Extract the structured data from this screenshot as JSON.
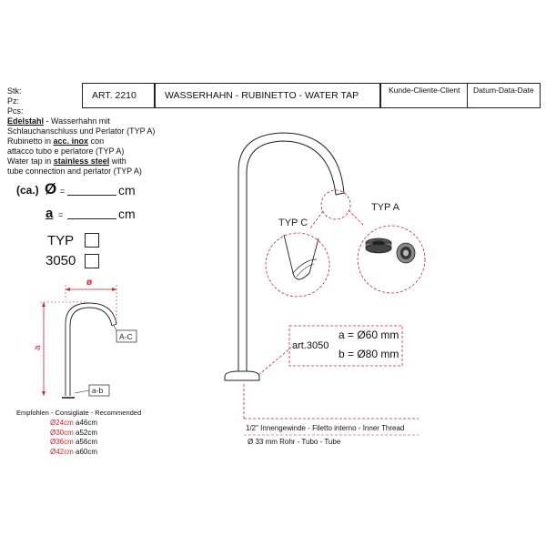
{
  "header": {
    "labels": [
      "Stk:",
      "Pz:",
      "Pcs:"
    ],
    "article": "ART. 2210",
    "title": "WASSERHAHN - RUBINETTO - WATER TAP",
    "client": "Kunde-Cliente-Client",
    "date": "Datum-Data-Date"
  },
  "description": {
    "de_bold": "Edelstahl",
    "de_rest": " - Wasserhahn mit",
    "de_line2": "Schlauchanschluss und Perlator (TYP A)",
    "it_start": "Rubinetto in ",
    "it_bold": "acc. inox",
    "it_end": " con",
    "it_line2": "attacco tubo e perlatore (TYP A)",
    "en_start": "Water tap in ",
    "en_bold": "stainless steel",
    "en_end": " with",
    "en_line2": "tube connection and perlator (TYP A)"
  },
  "fields": {
    "ca": "(ca.)",
    "diameter_symbol": "Ø",
    "equals": "=",
    "unit": "cm",
    "a_symbol": "a",
    "typ": "TYP",
    "code": "3050"
  },
  "diagram_small": {
    "dim_top": "ø",
    "dim_side": "a",
    "label_ac": "A-C",
    "label_ab": "a-b"
  },
  "recommended": {
    "title": "Empfohlen - Consigliate - Recommended",
    "rows": [
      {
        "d": "Ø24cm",
        "a": "a46cm"
      },
      {
        "d": "Ø30cm",
        "a": "a52cm"
      },
      {
        "d": "Ø36cm",
        "a": "a56cm"
      },
      {
        "d": "Ø42cm",
        "a": "a60cm"
      }
    ]
  },
  "details": {
    "typ_c": "TYP  C",
    "typ_a": "TYP  A"
  },
  "specs": {
    "art": "art.3050",
    "a_line": "a = Ø60 mm",
    "b_line": "b = Ø80 mm",
    "thread": "1/2\" Innengewinde - Filetto interno - Inner Thread",
    "tube": "Ø 33 mm  Rohr - Tubo - Tube"
  },
  "colors": {
    "accent": "#d1232a",
    "line": "#222222"
  }
}
